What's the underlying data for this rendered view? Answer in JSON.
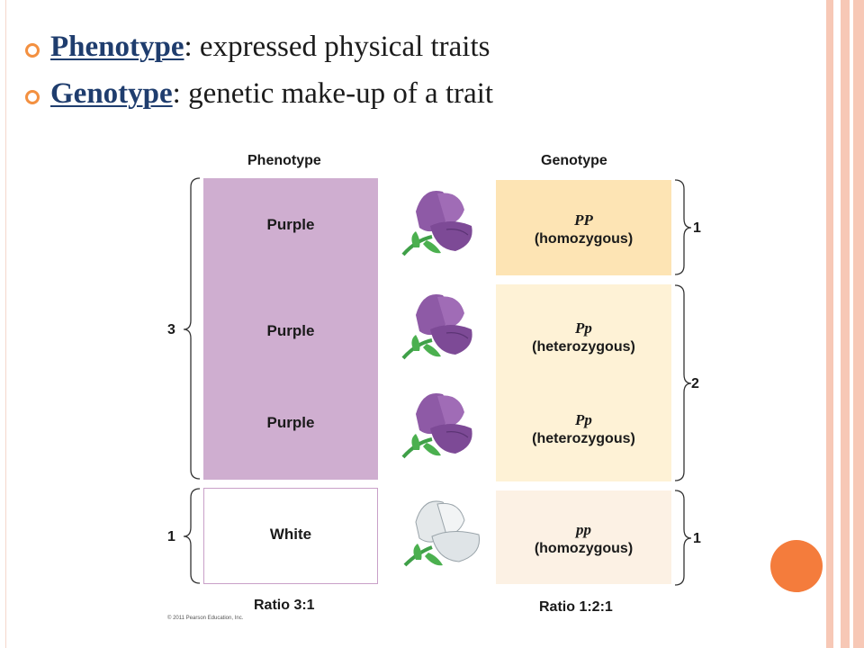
{
  "bullets": [
    {
      "term": "Phenotype",
      "rest": ": expressed physical traits"
    },
    {
      "term": "Genotype",
      "rest": ": genetic make-up of a trait"
    }
  ],
  "figure": {
    "phenotype_heading": "Phenotype",
    "genotype_heading": "Genotype",
    "phenotypes": [
      "Purple",
      "Purple",
      "Purple",
      "White"
    ],
    "genotypes": [
      {
        "symbol": "PP",
        "desc": "(homozygous)"
      },
      {
        "symbol": "Pp",
        "desc": "(heterozygous)"
      },
      {
        "symbol": "Pp",
        "desc": "(heterozygous)"
      },
      {
        "symbol": "pp",
        "desc": "(homozygous)"
      }
    ],
    "left_counts": [
      "3",
      "1"
    ],
    "right_counts": [
      "1",
      "2",
      "1"
    ],
    "pheno_ratio": "Ratio 3:1",
    "geno_ratio": "Ratio 1:2:1",
    "copyright": "© 2011 Pearson Education, Inc.",
    "colors": {
      "purple_block": "#cfaed0",
      "purple_flower": "#8e5aa6",
      "white_flower": "#e4e8ea",
      "stem": "#3fa048"
    }
  }
}
